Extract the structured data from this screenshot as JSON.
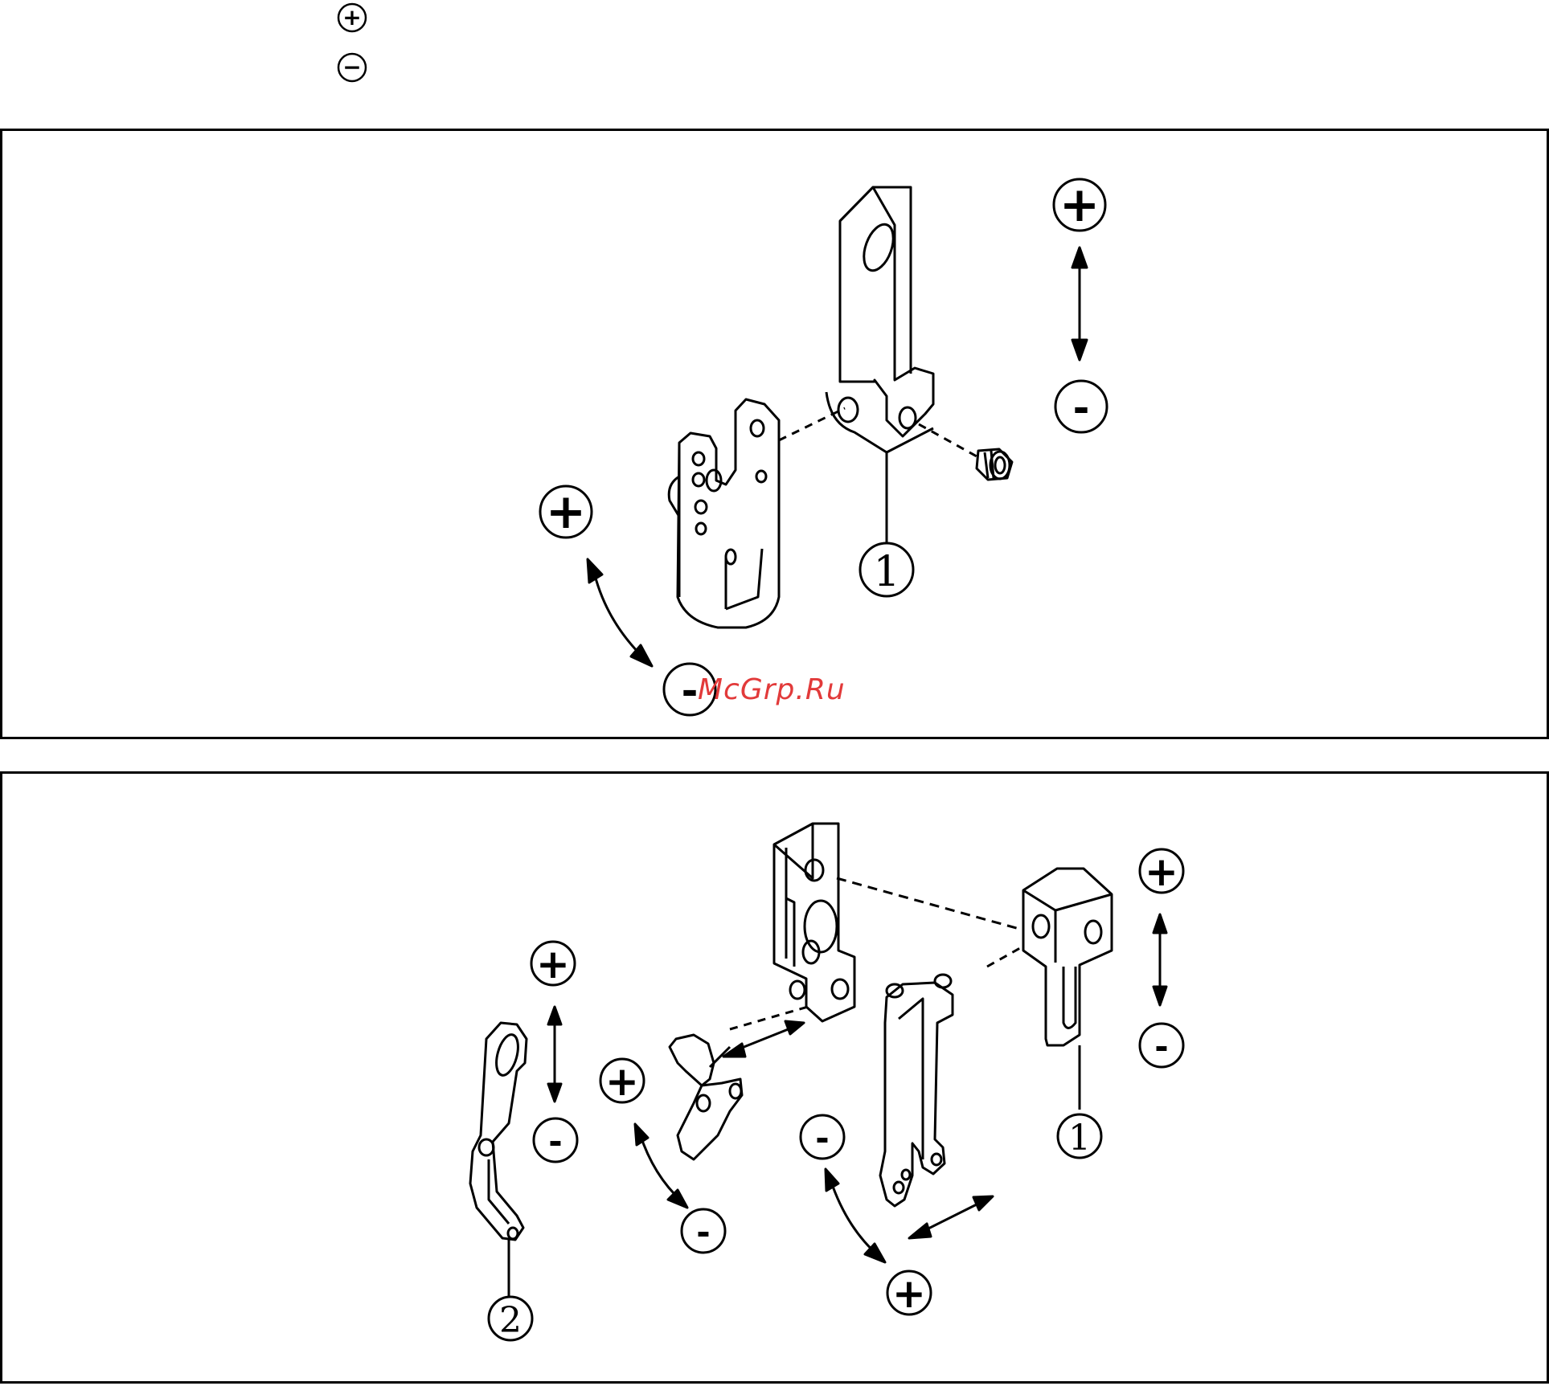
{
  "legend": {
    "plus_symbol": "+",
    "minus_symbol": "−"
  },
  "top_panel": {
    "plus_vertical": "+",
    "minus_vertical": "-",
    "plus_rotation": "+",
    "minus_rotation": "-",
    "part_label": "1"
  },
  "bottom_panel": {
    "plus_left": "+",
    "minus_left": "-",
    "plus_mid": "+",
    "minus_mid": "-",
    "minus_right_rot": "-",
    "plus_right_rot": "+",
    "plus_right": "+",
    "minus_right": "-",
    "part_label_1": "1",
    "part_label_2": "2"
  },
  "watermark": "McGrp.Ru",
  "colors": {
    "line": "#000000",
    "watermark": "#e23a3a"
  },
  "icons": [
    "plus-circle-icon",
    "minus-circle-icon",
    "double-arrow-icon"
  ]
}
